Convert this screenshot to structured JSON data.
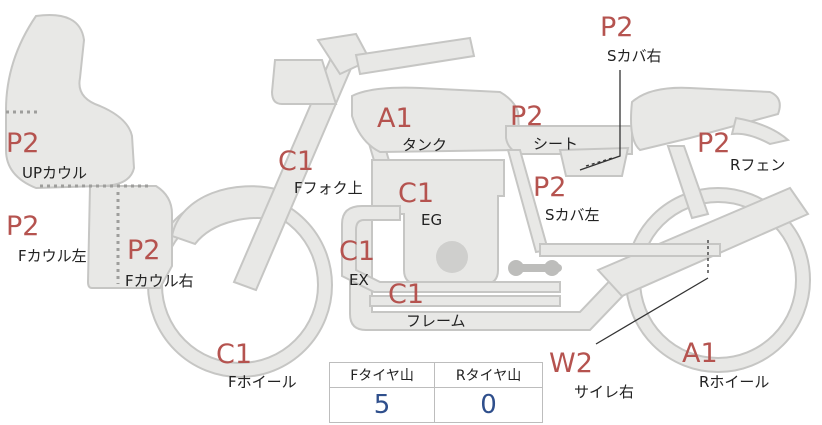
{
  "colors": {
    "body_fill": "#e8e8e6",
    "body_stroke": "#c6c6c4",
    "grade_text": "#b5534f",
    "value_text": "#2f4f8c",
    "leader_line": "#333333"
  },
  "parts": [
    {
      "key": "s-cover-right",
      "grade": "P2",
      "label": "Sカバ右"
    },
    {
      "key": "tank",
      "grade": "A1",
      "label": "タンク"
    },
    {
      "key": "seat",
      "grade": "P2",
      "label": "シート"
    },
    {
      "key": "r-fender",
      "grade": "P2",
      "label": "Rフェン"
    },
    {
      "key": "up-cowl",
      "grade": "P2",
      "label": "UPカウル"
    },
    {
      "key": "f-fork-upper",
      "grade": "C1",
      "label": "Fフォク上"
    },
    {
      "key": "engine",
      "grade": "C1",
      "label": "EG"
    },
    {
      "key": "s-cover-left",
      "grade": "P2",
      "label": "Sカバ左"
    },
    {
      "key": "f-cowl-left",
      "grade": "P2",
      "label": "Fカウル左"
    },
    {
      "key": "f-cowl-right",
      "grade": "P2",
      "label": "Fカウル右"
    },
    {
      "key": "exhaust",
      "grade": "C1",
      "label": "EX"
    },
    {
      "key": "frame",
      "grade": "C1",
      "label": "フレーム"
    },
    {
      "key": "f-wheel",
      "grade": "C1",
      "label": "Fホイール"
    },
    {
      "key": "silencer-right",
      "grade": "W2",
      "label": "サイレ右"
    },
    {
      "key": "r-wheel",
      "grade": "A1",
      "label": "Rホイール"
    }
  ],
  "tire_table": {
    "headers": [
      "Fタイヤ山",
      "Rタイヤ山"
    ],
    "values": [
      "5",
      "0"
    ]
  }
}
